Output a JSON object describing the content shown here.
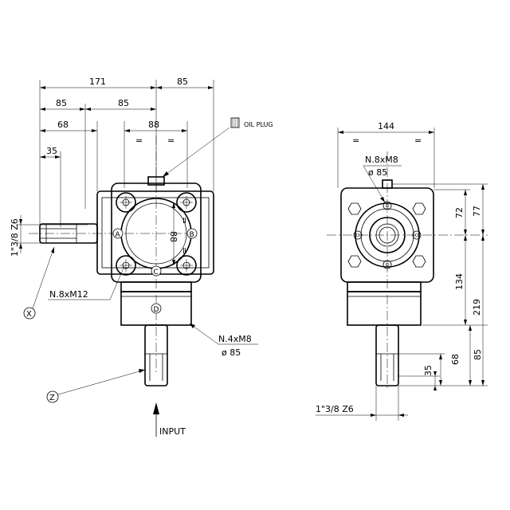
{
  "left_view": {
    "dims": {
      "d171": "171",
      "d85_top_right": "85",
      "d85_a": "85",
      "d85_b": "85",
      "d68": "68",
      "d88_top": "88",
      "d35": "35",
      "d88_center": "88",
      "spline_label": "1\"3/8 Z6"
    },
    "labels": {
      "oil_plug": "OIL PLUG",
      "n8xm12": "N.8xM12",
      "n4xm8": "N.4xM8",
      "dia85": "ø 85",
      "input": "INPUT"
    },
    "markers": {
      "A": "A",
      "B": "B",
      "C": "C",
      "D": "D",
      "X": "X",
      "Z": "Z"
    },
    "equal_marks": "="
  },
  "right_view": {
    "dims": {
      "d144": "144",
      "n8xm8": "N.8xM8",
      "dia85": "ø 85",
      "d77": "77",
      "d72": "72",
      "d134": "134",
      "d219": "219",
      "d85": "85",
      "d68": "68",
      "d35": "35",
      "spline_label": "1\"3/8  Z6"
    }
  }
}
